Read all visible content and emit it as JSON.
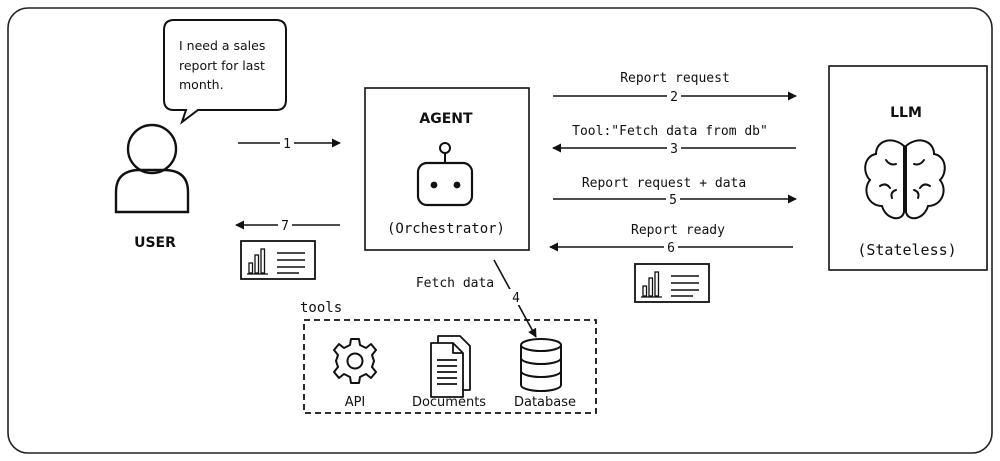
{
  "user": {
    "label": "USER",
    "speech": [
      "I need a sales",
      "report for last",
      "month."
    ]
  },
  "agent": {
    "title": "AGENT",
    "subtitle": "(Orchestrator)"
  },
  "llm": {
    "title": "LLM",
    "subtitle": "(Stateless)"
  },
  "tools": {
    "title": "tools",
    "items": [
      {
        "label": "API",
        "icon": "gear-icon"
      },
      {
        "label": "Documents",
        "icon": "documents-icon"
      },
      {
        "label": "Database",
        "icon": "database-icon"
      }
    ]
  },
  "flows": {
    "f1": {
      "num": "1"
    },
    "f2": {
      "label": "Report request",
      "num": "2"
    },
    "f3": {
      "label": "Tool:\"Fetch data from db\"",
      "num": "3"
    },
    "f4": {
      "label": "Fetch data",
      "num": "4"
    },
    "f5": {
      "label": "Report request + data",
      "num": "5"
    },
    "f6": {
      "label": "Report ready",
      "num": "6"
    },
    "f7": {
      "num": "7"
    }
  },
  "colors": {
    "stroke": "#111111",
    "background": "#ffffff",
    "frame": "#222222"
  }
}
